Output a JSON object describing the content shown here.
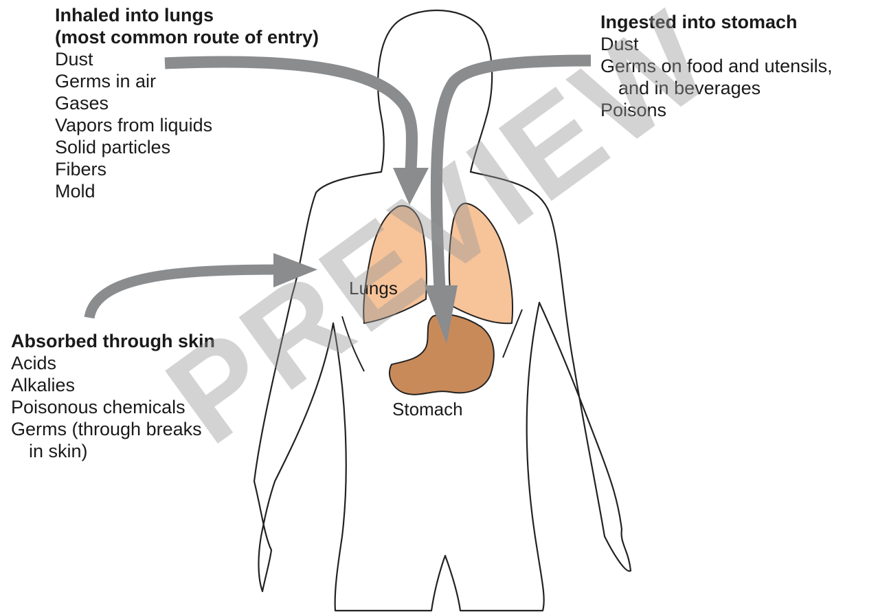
{
  "routes": {
    "inhaled": {
      "heading": [
        "Inhaled into lungs",
        "(most common route of entry)"
      ],
      "items": [
        "Dust",
        "Germs in air",
        "Gases",
        "Vapors from liquids",
        "Solid particles",
        "Fibers",
        "Mold"
      ]
    },
    "ingested": {
      "heading": [
        "Ingested into stomach"
      ],
      "items": [
        "Dust",
        "Germs on food and utensils,",
        "and in beverages",
        "Poisons"
      ]
    },
    "absorbed": {
      "heading": [
        "Absorbed through skin"
      ],
      "items": [
        "Acids",
        "Alkalies",
        "Poisonous chemicals",
        "Germs (through breaks",
        "in skin)"
      ]
    }
  },
  "organs": {
    "lungs": "Lungs",
    "stomach": "Stomach"
  },
  "watermark": "PREVIEW",
  "colors": {
    "outline": "#222222",
    "lung_fill": "#f7c399",
    "stomach_fill": "#c98a5a",
    "arrow": "#8a8c8e"
  }
}
